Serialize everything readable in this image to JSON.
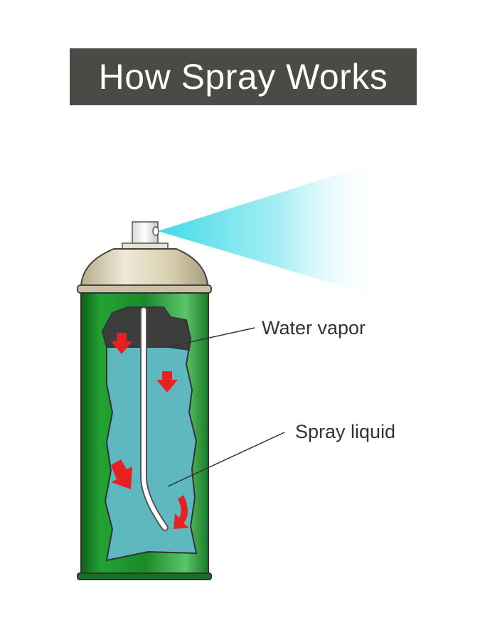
{
  "title": "How Spray Works",
  "labels": {
    "water_vapor": "Water vapor",
    "spray_liquid": "Spray liquid"
  },
  "colors": {
    "title_bg": "#4a4a47",
    "can_body": "#1f8a2c",
    "cap": "#d9d2b8",
    "vapor": "#3a3a3a",
    "liquid": "#5fb8c0",
    "arrows": "#e82020",
    "spray": "#58e0ec"
  }
}
